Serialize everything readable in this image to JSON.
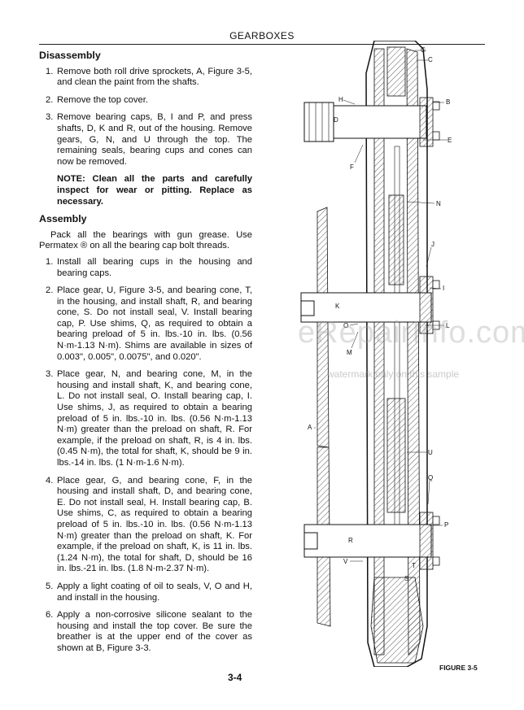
{
  "header": "GEARBOXES",
  "sections": {
    "disassembly": {
      "heading": "Disassembly",
      "steps": [
        {
          "num": "1.",
          "text": "Remove both roll drive sprockets, A, Figure 3-5, and clean the paint from the shafts."
        },
        {
          "num": "2.",
          "text": "Remove the top cover."
        },
        {
          "num": "3.",
          "text": "Remove bearing caps, B, I and P, and press shafts, D, K and R, out of the housing. Remove gears, G, N, and U through the top. The remaining seals, bearing cups and cones can now be removed."
        }
      ],
      "note": "NOTE: Clean all the parts and carefully inspect for wear or pitting. Replace as necessary."
    },
    "assembly": {
      "heading": "Assembly",
      "intro": "Pack all the bearings with gun grease. Use Permatex ® on all the bearing cap bolt threads.",
      "steps": [
        {
          "num": "1.",
          "text": "Install all bearing cups in the housing and bearing caps."
        },
        {
          "num": "2.",
          "text": "Place gear, U, Figure 3-5, and bearing cone, T, in the housing, and install shaft, R, and bearing cone, S. Do not install seal, V. Install bearing cap, P. Use shims, Q, as required to obtain a bearing preload of 5 in. lbs.-10 in. lbs. (0.56 N·m-1.13 N·m). Shims are available in sizes of 0.003\", 0.005\", 0.0075\", and 0.020\"."
        },
        {
          "num": "3.",
          "text": "Place gear, N, and bearing cone, M, in the housing and install shaft, K, and bearing cone, L. Do not install seal, O. Install bearing cap, I. Use shims, J, as required to obtain a bearing preload of 5 in. lbs.-10 in. lbs. (0.56 N·m-1.13 N·m) greater than the preload on shaft, R. For example, if the preload on shaft, R, is 4 in. lbs. (0.45 N·m), the total for shaft, K, should be 9 in. lbs.-14 in. lbs. (1 N·m-1.6 N·m)."
        },
        {
          "num": "4.",
          "text": "Place gear, G, and bearing cone, F, in the housing and install shaft, D, and bearing cone, E. Do not install seal, H. Install bearing cap, B. Use shims, C, as required to obtain a bearing preload of 5 in. lbs.-10 in. lbs. (0.56 N·m-1.13 N·m) greater than the preload on shaft, K. For example, if the preload on shaft, K, is 11 in. lbs. (1.24 N·m), the total for shaft, D, should be 16 in. lbs.-21 in. lbs. (1.8 N·m-2.37 N·m)."
        },
        {
          "num": "5.",
          "text": "Apply a light coating of oil to seals, V, O and H, and install in the housing."
        },
        {
          "num": "6.",
          "text": "Apply a non-corrosive silicone sealant to the housing and install the top cover. Be sure the breather is at the upper end of the cover as shown at B, Figure 3-3."
        }
      ]
    }
  },
  "figure": {
    "caption": "FIGURE 3-5",
    "labels": {
      "G": "G",
      "C": "C",
      "H": "H",
      "B": "B",
      "D": "D",
      "E": "E",
      "F": "F",
      "N": "N",
      "J": "J",
      "I": "I",
      "K": "K",
      "O": "O",
      "L": "L",
      "M": "M",
      "A": "A",
      "U": "U",
      "Q": "Q",
      "P": "P",
      "R": "R",
      "V": "V",
      "T": "T",
      "S": "S"
    }
  },
  "watermark": {
    "brand": "eRepairInfo.com",
    "notice": "watermark only on this sample"
  },
  "page_number": "3-4"
}
